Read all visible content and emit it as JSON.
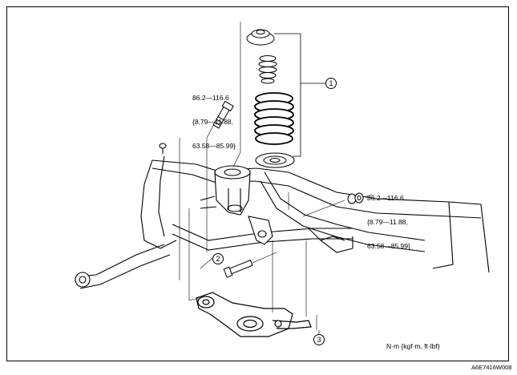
{
  "torque_upper": [
    "86.2—116.6",
    "{8.79—11.88,",
    "63.58—85.99}"
  ],
  "torque_right": [
    "86.2—116.6",
    "{8.79—11.88,",
    "63.58—85.99}"
  ],
  "callouts": [
    "1",
    "2",
    "3"
  ],
  "units_note": "N·m {kgf·m, ft·lbf}",
  "figure_code": "A6E7416W008"
}
